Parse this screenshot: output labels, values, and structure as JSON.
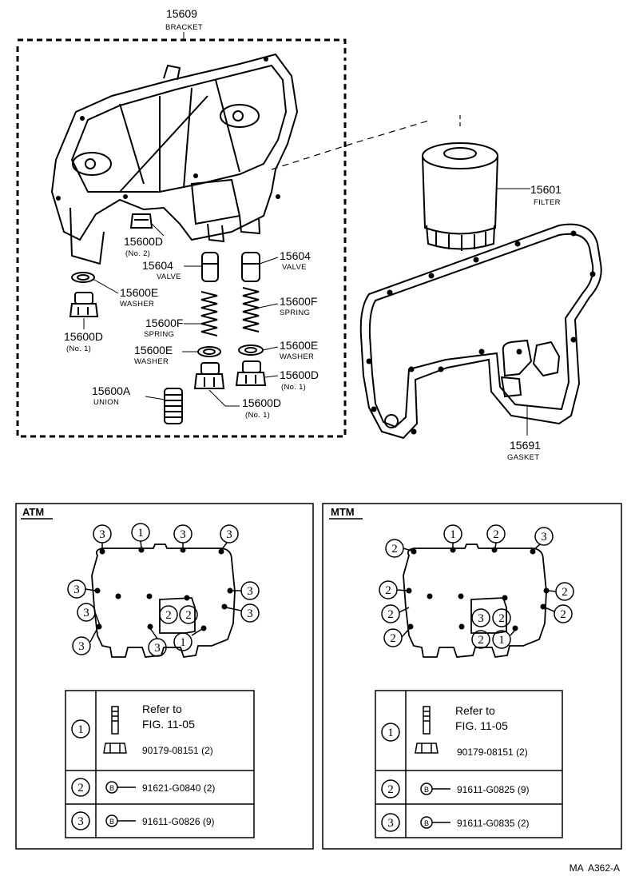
{
  "parts": {
    "bracket": {
      "number": "15609",
      "name": "BRACKET"
    },
    "filter": {
      "number": "15601",
      "name": "FILTER"
    },
    "gasket": {
      "number": "15691",
      "name": "GASKET"
    },
    "plug_no2": {
      "number": "15600D",
      "sub": "(No. 2)"
    },
    "valve_left": {
      "number": "15604",
      "name": "VALVE"
    },
    "valve_right": {
      "number": "15604",
      "name": "VALVE"
    },
    "washer_top": {
      "number": "15600E",
      "name": "WASHER"
    },
    "plug_left_no1": {
      "number": "15600D",
      "sub": "(No. 1)"
    },
    "spring_left": {
      "number": "15600F",
      "name": "SPRING"
    },
    "spring_right": {
      "number": "15600F",
      "name": "SPRING"
    },
    "washer_left": {
      "number": "15600E",
      "name": "WASHER"
    },
    "washer_right": {
      "number": "15600E",
      "name": "WASHER"
    },
    "plug_right_no1": {
      "number": "15600D",
      "sub": "(No. 1)"
    },
    "union": {
      "number": "15600A",
      "name": "UNION"
    },
    "plug_bottom_no1": {
      "number": "15600D",
      "sub": "(No. 1)"
    }
  },
  "atm": {
    "title": "ATM",
    "callouts": [
      "3",
      "1",
      "3",
      "3",
      "3",
      "3",
      "3",
      "2",
      "2",
      "3",
      "3",
      "1"
    ],
    "legend": [
      {
        "circle": "1",
        "line1": "Refer to",
        "line2": "FIG. 11-05",
        "part": "90179-08151 (2)"
      },
      {
        "circle": "2",
        "bolt": "B",
        "part": "91621-G0840 (2)"
      },
      {
        "circle": "3",
        "bolt": "B",
        "part": "91611-G0826 (9)"
      }
    ]
  },
  "mtm": {
    "title": "MTM",
    "callouts": [
      "1",
      "2",
      "3",
      "2",
      "2",
      "2",
      "2",
      "2",
      "3",
      "2",
      "2",
      "2",
      "1"
    ],
    "legend": [
      {
        "circle": "1",
        "line1": "Refer to",
        "line2": "FIG. 11-05",
        "part": "90179-08151 (2)"
      },
      {
        "circle": "2",
        "bolt": "B",
        "part": "91611-G0825 (9)"
      },
      {
        "circle": "3",
        "bolt": "B",
        "part": "91611-G0835 (2)"
      }
    ]
  },
  "footer": {
    "code": "MA  A362-A"
  }
}
